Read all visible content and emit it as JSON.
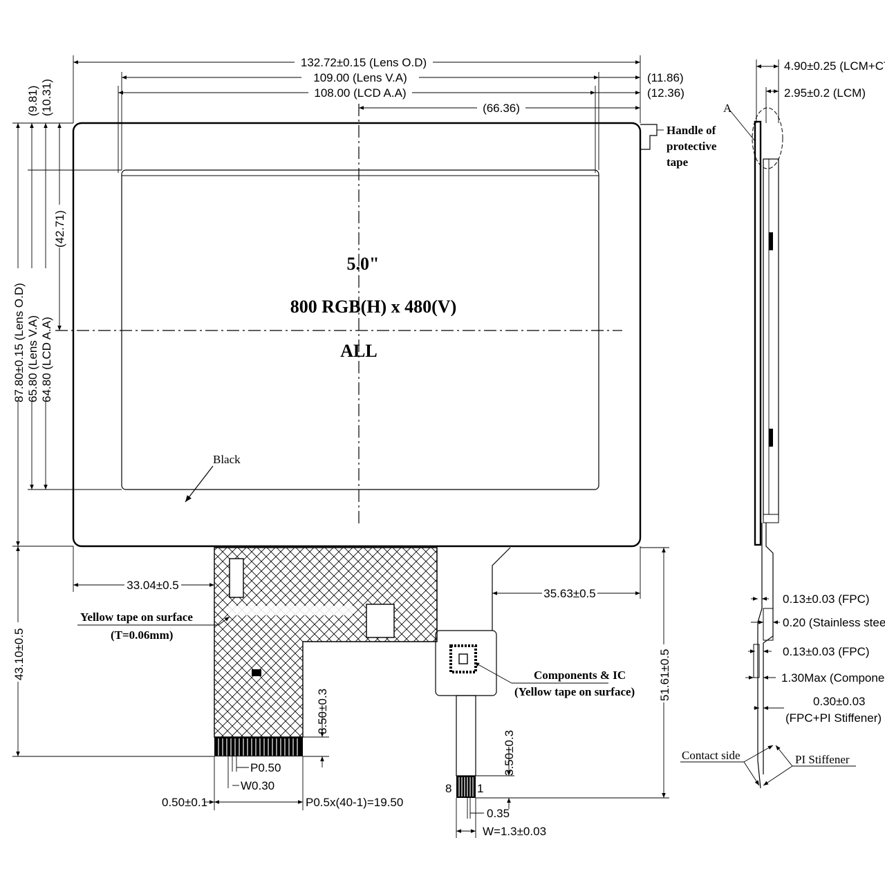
{
  "dimensions": {
    "lens_od_width": "132.72±0.15 (Lens O.D)",
    "lens_va_width": "109.00 (Lens V.A)",
    "lcd_aa_width": "108.00 (LCD A.A)",
    "offset_1186": "(11.86)",
    "offset_1236": "(12.36)",
    "offset_6636": "(66.36)",
    "offset_981": "(9.81)",
    "offset_1031": "(10.31)",
    "offset_4271": "(42.71)",
    "lens_od_height": "87.80±0.15 (Lens O.D)",
    "lens_va_height": "65.80 (Lens V.A)",
    "lcd_aa_height": "64.80 (LCD A.A)",
    "fpc_left_offset": "33.04±0.5",
    "fpc2_right_offset": "35.63±0.5",
    "fpc_length": "43.10±0.5",
    "fpc2_length": "51.61±0.5",
    "contact_len_1": "3.50±0.3",
    "contact_len_2": "3.50±0.3",
    "pitch": "P0.50",
    "width_pin": "W0.30",
    "edge": "0.50±0.1",
    "pitch_total": "P0.5x(40-1)=19.50",
    "pin_gap": "0.35",
    "w_total": "W=1.3±0.03",
    "pin_8": "8",
    "pin_1": "1",
    "thickness_total": "4.90±0.25 (LCM+CTP)",
    "thickness_lcm": "2.95±0.2 (LCM)",
    "fpc_t1": "0.13±0.03 (FPC)",
    "stainless": "0.20 (Stainless steel)",
    "fpc_t2": "0.13±0.03 (FPC)",
    "component_max": "1.30Max (Component)",
    "stiffener_t": "0.30±0.03",
    "stiffener_label": "(FPC+PI Stiffener)"
  },
  "labels": {
    "size": "5.0\"",
    "resolution": "800 RGB(H) x 480(V)",
    "all": "ALL",
    "black": "Black",
    "handle": [
      "Handle of",
      "protective",
      "tape"
    ],
    "yellow_tape": "Yellow tape on surface",
    "yellow_tape_t": "(T=0.06mm)",
    "components": "Components & IC",
    "components_sub": "(Yellow tape on surface)",
    "contact_side": "Contact side",
    "pi_stiffener": "PI Stiffener",
    "detail_a": "A"
  }
}
